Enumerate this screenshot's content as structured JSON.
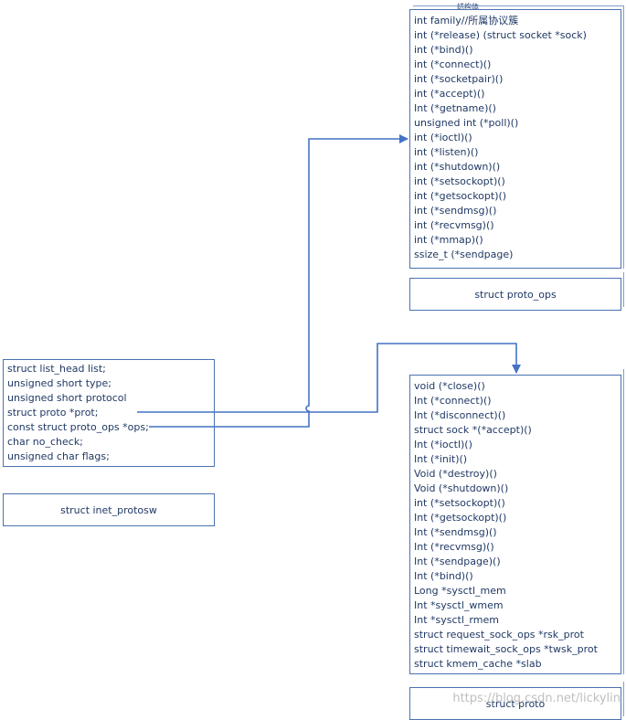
{
  "proto_ops": {
    "top_text": "结构体",
    "fields": [
      "int family//所属协议簇",
      "int (*release)   (struct socket *sock)",
      "int (*bind)()",
      "int (*connect)()",
      "int (*socketpair)()",
      "int (*accept)()",
      "Int (*getname)()",
      "unsigned int (*poll)()",
      "int (*ioctl)()",
      "int (*listen)()",
      "int (*shutdown)()",
      "int (*setsockopt)()",
      "int (*getsockopt)()",
      "int (*sendmsg)()",
      "int (*recvmsg)()",
      "int (*mmap)()",
      "ssize_t (*sendpage)"
    ],
    "label": "struct proto_ops"
  },
  "inet_protosw": {
    "fields": [
      "struct list_head list;",
      "unsigned short  type;",
      "unsigned short  protocol",
      "struct proto   *prot;",
      "const struct proto_ops *ops;",
      "  char  no_check;",
      "unsigned char flags;"
    ],
    "label": "struct inet_protosw"
  },
  "proto": {
    "fields": [
      "void (*close)()",
      "Int (*connect)()",
      "Int (*disconnect)()",
      "struct sock *(*accept)()",
      "Int (*ioctl)()",
      "Int (*init)()",
      "Void (*destroy)()",
      "Void (*shutdown)()",
      "int (*setsockopt)()",
      "Int (*getsockopt)()",
      "Int (*sendmsg)()",
      "Int (*recvmsg)()",
      "Int (*sendpage)()",
      "Int (*bind)()",
      "Long *sysctl_mem",
      "Int *sysctl_wmem",
      "Int *sysctl_rmem",
      "struct request_sock_ops   *rsk_prot",
      "struct timewait_sock_ops *twsk_prot",
      "struct kmem_cache           *slab"
    ],
    "label": "struct proto"
  },
  "watermark": "https://blog.csdn.net/lickylin",
  "colors": {
    "arrow": "#4472c4",
    "border": "#4a72b0",
    "text": "#1f3864"
  }
}
